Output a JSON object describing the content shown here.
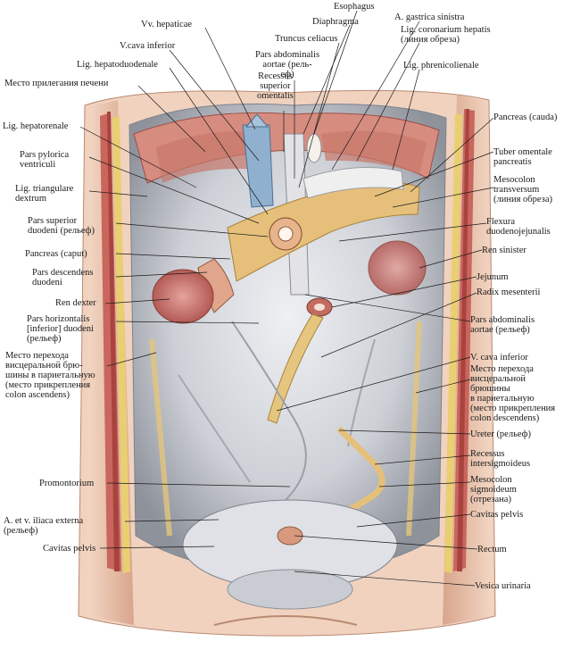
{
  "labels": {
    "vv_hepaticae": "Vv. hepaticae",
    "esophagus": "Esophagus",
    "diaphragma": "Diaphragma",
    "a_gastrica_sinistra": "A. gastrica sinistra",
    "lig_coronarium": "Lig. coronarium hepatis\n(линия обреза)",
    "truncus_celiacus": "Truncus celiacus",
    "v_cava_inferior_top": "V.cava inferior",
    "pars_abdominalis_aortae_top": "Pars abdominalis\naortae (рель-\nеф)",
    "recessus_superior": "Recessus\nsuperior\nomentalis",
    "lig_phrenicolienale": "Lig. phrenicolienale",
    "lig_hepatoduodenale": "Lig. hepatoduodenale",
    "mesto_priljeganija": "Место прилегания печени",
    "lig_hepatorenale": "Lig. hepatorenale",
    "pancreas_cauda": "Pancreas (cauda)",
    "pars_pylorica": "Pars pylorica\nventriculi",
    "tuber_omentale": "Tuber omentale\npancreatis",
    "lig_triangulare": "Lig. triangulare\ndextrum",
    "mesocolon_transversum": "Mesocolon\ntransversum\n(линия обреза)",
    "pars_superior": "Pars superior\nduodeni (рельеф)",
    "flexura": "Flexura\nduodenojejunalis",
    "ren_sinister": "Ren sinister",
    "pancreas_caput": "Pancreas (caput)",
    "jejunum": "Jejunum",
    "pars_descendens": "Pars descendens\nduodeni",
    "radix_mesenterii": "Radix mesenterii",
    "ren_dexter": "Ren dexter",
    "pars_horizontalis": "Pars horizontalis\n[inferior] duodeni\n(рельеф)",
    "pars_abdominalis_aortae_right": "Pars abdominalis\naortae (рельеф)",
    "mesto_perehoda_left": "Место перехода\nвисцеральной брю-\nшины в париетальную\n(место прикрепления\ncolon ascendens)",
    "v_cava_inferior_right": "V. cava inferior",
    "mesto_perehoda_right": "Место перехода\nвисцеральной\nбрюшины\nв париетальную\n(место прикрепления\ncolon descendens)",
    "ureter": "Ureter (рельеф)",
    "recessus_intersigmoideus": "Recessus\nintersigmoideus",
    "promontorium": "Promontorium",
    "mesocolon_sigmoideum": "Mesocolon\nsigmoideum\n(отрезана)",
    "a_v_iliaca": "A. et v. iliaca externa\n(рельеф)",
    "cavitas_pelvis_right": "Cavitas pelvis",
    "cavitas_pelvis_left": "Cavitas pelvis",
    "rectum": "Rectum",
    "vesica_urinaria": "Vesica urinaria"
  },
  "colors": {
    "body_wall": "#e8c9b2",
    "muscle": "#c9665d",
    "muscle_dark": "#a8433f",
    "fat": "#e9cf72",
    "peritoneum": "#c9ccd2",
    "peritoneum_light": "#e6e7ea",
    "shadow": "#8c8f98",
    "vessel_blue": "#8fb0cf",
    "skin": "#f0d2bf",
    "line": "#1a1a1a"
  }
}
